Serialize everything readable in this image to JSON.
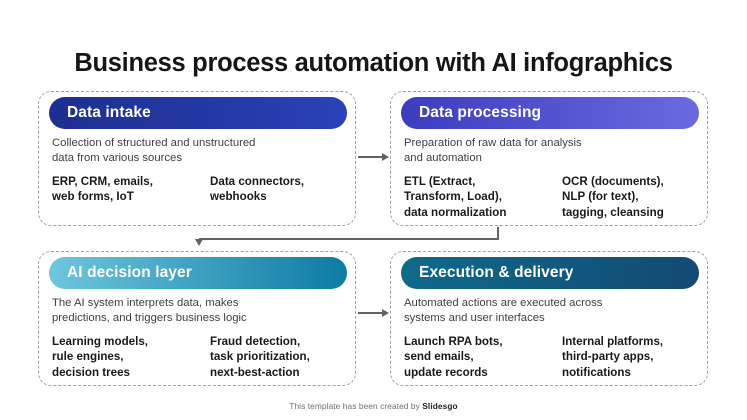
{
  "title": "Business process automation with AI infographics",
  "cards": [
    {
      "heading": "Data intake",
      "description": "Collection of structured and unstructured\ndata from various sources",
      "column_left": "ERP, CRM, emails,\nweb forms, IoT",
      "column_right": "Data connectors,\nwebhooks",
      "pill_color_start": "#1e2f8f",
      "pill_color_end": "#2a41b8"
    },
    {
      "heading": "Data processing",
      "description": "Preparation of raw data for analysis\nand automation",
      "column_left": "ETL (Extract,\nTransform, Load),\ndata normalization",
      "column_right": "OCR (documents),\nNLP (for text),\ntagging, cleansing",
      "pill_color_start": "#3c3cc0",
      "pill_color_end": "#6a6ae0"
    },
    {
      "heading": "AI decision layer",
      "description": "The AI system interprets data, makes\npredictions, and triggers business logic",
      "column_left": "Learning models,\nrule engines,\ndecision trees",
      "column_right": "Fraud detection,\ntask prioritization,\nnext-best-action",
      "pill_color_start": "#6ec6df",
      "pill_color_end": "#0d7ba3"
    },
    {
      "heading": "Execution & delivery",
      "description": "Automated actions are executed across\nsystems and user interfaces",
      "column_left": "Launch RPA bots,\nsend emails,\nupdate records",
      "column_right": "Internal platforms,\nthird-party apps,\nnotifications",
      "pill_color_start": "#0e6a8c",
      "pill_color_end": "#134a73"
    }
  ],
  "connectors": [
    {
      "name": "intake-to-processing",
      "from": "Data intake",
      "to": "Data processing",
      "direction": "right"
    },
    {
      "name": "processing-to-decision",
      "from": "Data processing",
      "to": "AI decision layer",
      "direction": "down-left"
    },
    {
      "name": "decision-to-execution",
      "from": "AI decision layer",
      "to": "Execution & delivery",
      "direction": "right"
    }
  ],
  "footer": {
    "text": "This template has been created by ",
    "brand": "Slidesgo"
  },
  "colors": {
    "background": "#ffffff",
    "title": "#14171a",
    "card_border": "#9aa0a6",
    "body_text": "#3c4043",
    "emphasis_text": "#18191b",
    "connector": "#5f6368",
    "pill_text": "#ffffff"
  }
}
